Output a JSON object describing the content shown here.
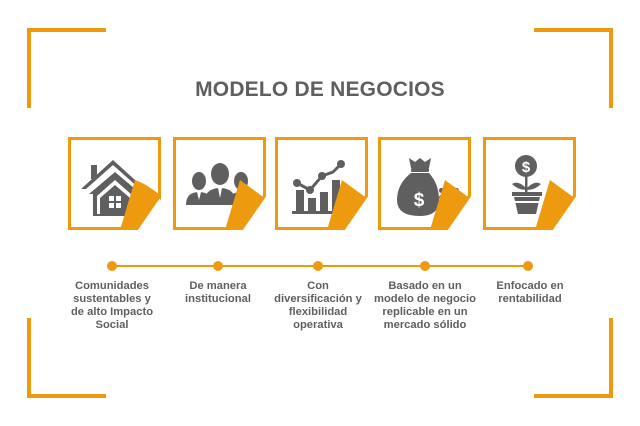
{
  "title": "MODELO DE NEGOCIOS",
  "colors": {
    "accent": "#ee9a0f",
    "icon": "#5f5f5f",
    "text": "#5f5f5f",
    "background": "#ffffff"
  },
  "steps": [
    {
      "icon": "house-icon",
      "label": "Comunidades sustentables y de alto Impacto Social"
    },
    {
      "icon": "people-icon",
      "label": "De manera institucional"
    },
    {
      "icon": "growth-chart-icon",
      "label": "Con diversificación y flexibilidad operativa"
    },
    {
      "icon": "money-bag-icon",
      "label": "Basado en un modelo de negocio replicable en un mercado sólido"
    },
    {
      "icon": "money-plant-icon",
      "label": "Enfocado en rentabilidad"
    }
  ]
}
